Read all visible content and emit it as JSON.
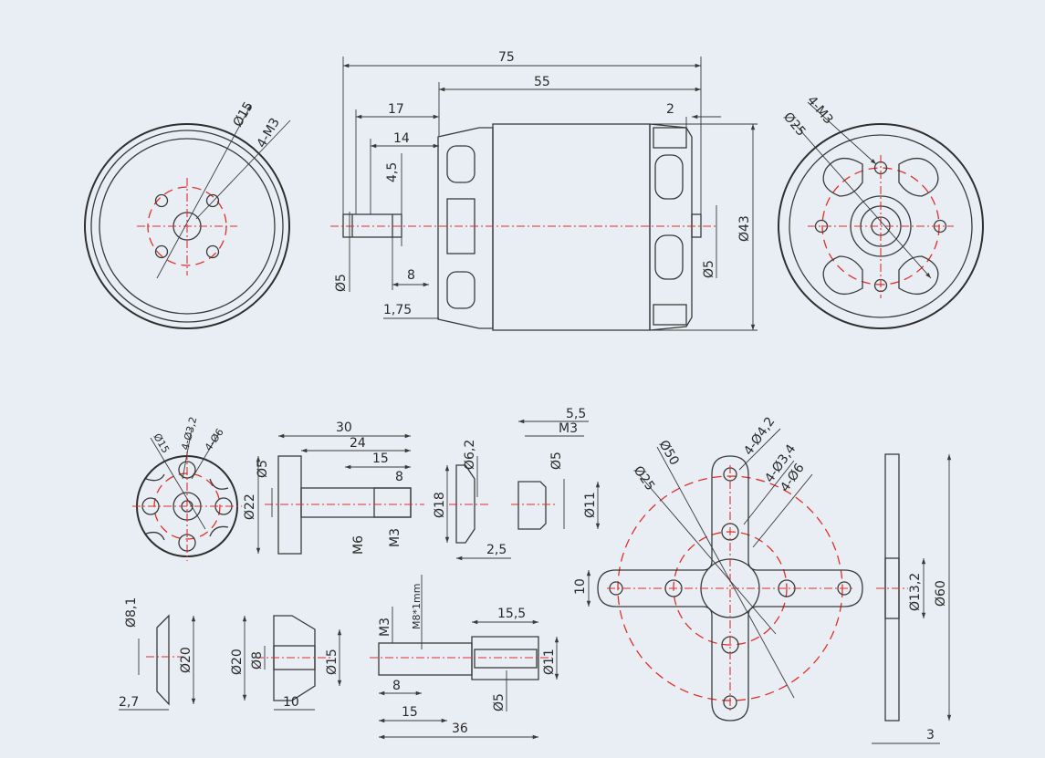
{
  "colors": {
    "background": "#e9eef4",
    "line": "#3a3a3a",
    "centerline": "#e0302a"
  },
  "motor_front": {
    "d15": "Ø15",
    "m3": "4-M3"
  },
  "motor_side": {
    "d75": "75",
    "d55": "55",
    "d17": "17",
    "d14": "14",
    "d4_5": "4,5",
    "d2": "2",
    "d5": "Ø5",
    "d8": "8",
    "d1_75": "1,75",
    "d5r": "Ø5",
    "d43": "Ø43"
  },
  "motor_rear": {
    "d25": "Ø25",
    "m3": "4-M3"
  },
  "adapter": {
    "d15": "Ø15",
    "d3_2": "4-Ø3,2",
    "d6": "4-Ø6",
    "d22": "Ø22",
    "d5": "Ø5",
    "d30": "30",
    "d24": "24",
    "d15b": "15",
    "d8": "8",
    "m6": "M6",
    "m3": "M3"
  },
  "washer": {
    "d6_2": "Ø6,2",
    "d18": "Ø18",
    "d2_5": "2,5"
  },
  "nut": {
    "d5_5": "5,5",
    "m3": "M3",
    "d5": "Ø5",
    "d11": "Ø11"
  },
  "cross_mount": {
    "d50": "Ø50",
    "d25": "Ø25",
    "d4_2": "4-Ø4,2",
    "d3_4": "4-Ø3,4",
    "d6": "4-Ø6",
    "d10": "10"
  },
  "plate": {
    "d13_2": "Ø13,2",
    "d60": "Ø60",
    "d3": "3"
  },
  "cone_small": {
    "d8_1": "Ø8,1",
    "d20": "Ø20",
    "d2_7": "2,7"
  },
  "cone_large": {
    "d20": "Ø20",
    "d8": "Ø8",
    "d15": "Ø15",
    "d10": "10"
  },
  "shaft_adapter": {
    "m3": "M3",
    "m8": "M8*1mm",
    "d15_5": "15,5",
    "d11": "Ø11",
    "d8": "8",
    "d15": "15",
    "d5": "Ø5",
    "d36": "36"
  }
}
